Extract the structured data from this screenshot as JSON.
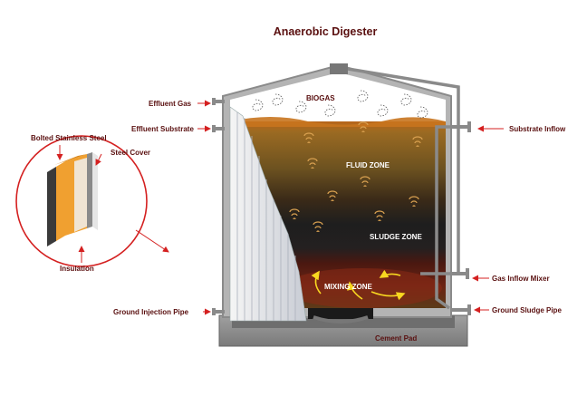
{
  "title": "Anaerobic Digester",
  "zones": {
    "biogas": "BIOGAS",
    "fluid": "FLUID ZONE",
    "sludge": "SLUDGE ZONE",
    "mixing": "MIXING ZONE"
  },
  "labels": {
    "effluent_gas": "Effluent Gas",
    "effluent_substrate": "Effluent Substrate",
    "substrate_inflow": "Substrate Inflow",
    "gas_inflow_mixer": "Gas Inflow Mixer",
    "ground_injection_pipe": "Ground  Injection Pipe",
    "ground_sludge_pipe": "Ground  Sludge Pipe",
    "cement_pad": "Cement Pad"
  },
  "wall_detail": {
    "bolted_stainless_steel": "Bolted Stainless Steel",
    "steel_cover": "Steel Cover",
    "insulation": "Insulation"
  },
  "colors": {
    "label_text": "#5a1010",
    "arrow": "#d42020",
    "pipe": "#8a8a8a",
    "cement_pad": "#8c8c8c",
    "insulation": "#f0a030",
    "fluid": "#7a5018",
    "sludge": "#242424",
    "mixing": "#6a1c10"
  }
}
